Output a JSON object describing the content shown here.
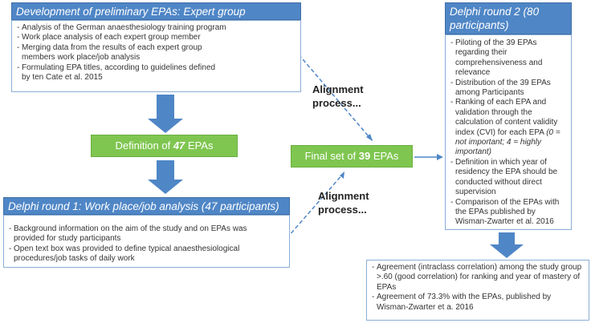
{
  "expert_group": {
    "title": "Development of preliminary EPAs: Expert group",
    "items": [
      "Analysis of the German anaesthesiology training program",
      "Work place analysis of each expert group member",
      "Merging data from the results of each expert group members work place/job analysis",
      "Formulating EPA titles, according to guidelines defined by ten Cate et al. 2015"
    ]
  },
  "definition": {
    "prefix": "Definition of ",
    "count": "47",
    "suffix": " EPAs"
  },
  "delphi1": {
    "title": "Delphi round 1: Work place/job analysis (47 participants)",
    "items": [
      "Background information on the aim of the study and on EPAs was provided for study participants",
      "Open text box was provided to define typical anaesthesiological procedures/job tasks of daily work"
    ]
  },
  "alignment_top": "Alignment process...",
  "alignment_bottom": "Alignment process...",
  "final_set": {
    "prefix": "Final set of ",
    "count": "39",
    "suffix": " EPAs"
  },
  "delphi2": {
    "title": "Delphi round 2 (80 participants)",
    "items": [
      "Piloting of the 39 EPAs regarding their comprehensiveness and relevance",
      "Distribution of the 39 EPAs among Participants",
      "Ranking of each EPA and validation through the calculation of content validity index (CVI) for each EPA",
      "Definition in which year of residency the EPA should be conducted without direct supervision",
      "Comparison of the EPAs with the EPAs published by Wisman-Zwarter et al. 2016"
    ],
    "cvi_note": "(0 = not important; 4 = highly important)"
  },
  "results": {
    "items": [
      "Agreement (intraclass correlation) among the study group >.60 (good correlation) for ranking and year of mastery of EPAs",
      "Agreement of 73.3% with the EPAs, published by Wisman-Zwarter et a. 2016"
    ]
  },
  "colors": {
    "header_blue": "#4f86c6",
    "green": "#7fc650",
    "arrow_blue": "#4f86c6"
  }
}
